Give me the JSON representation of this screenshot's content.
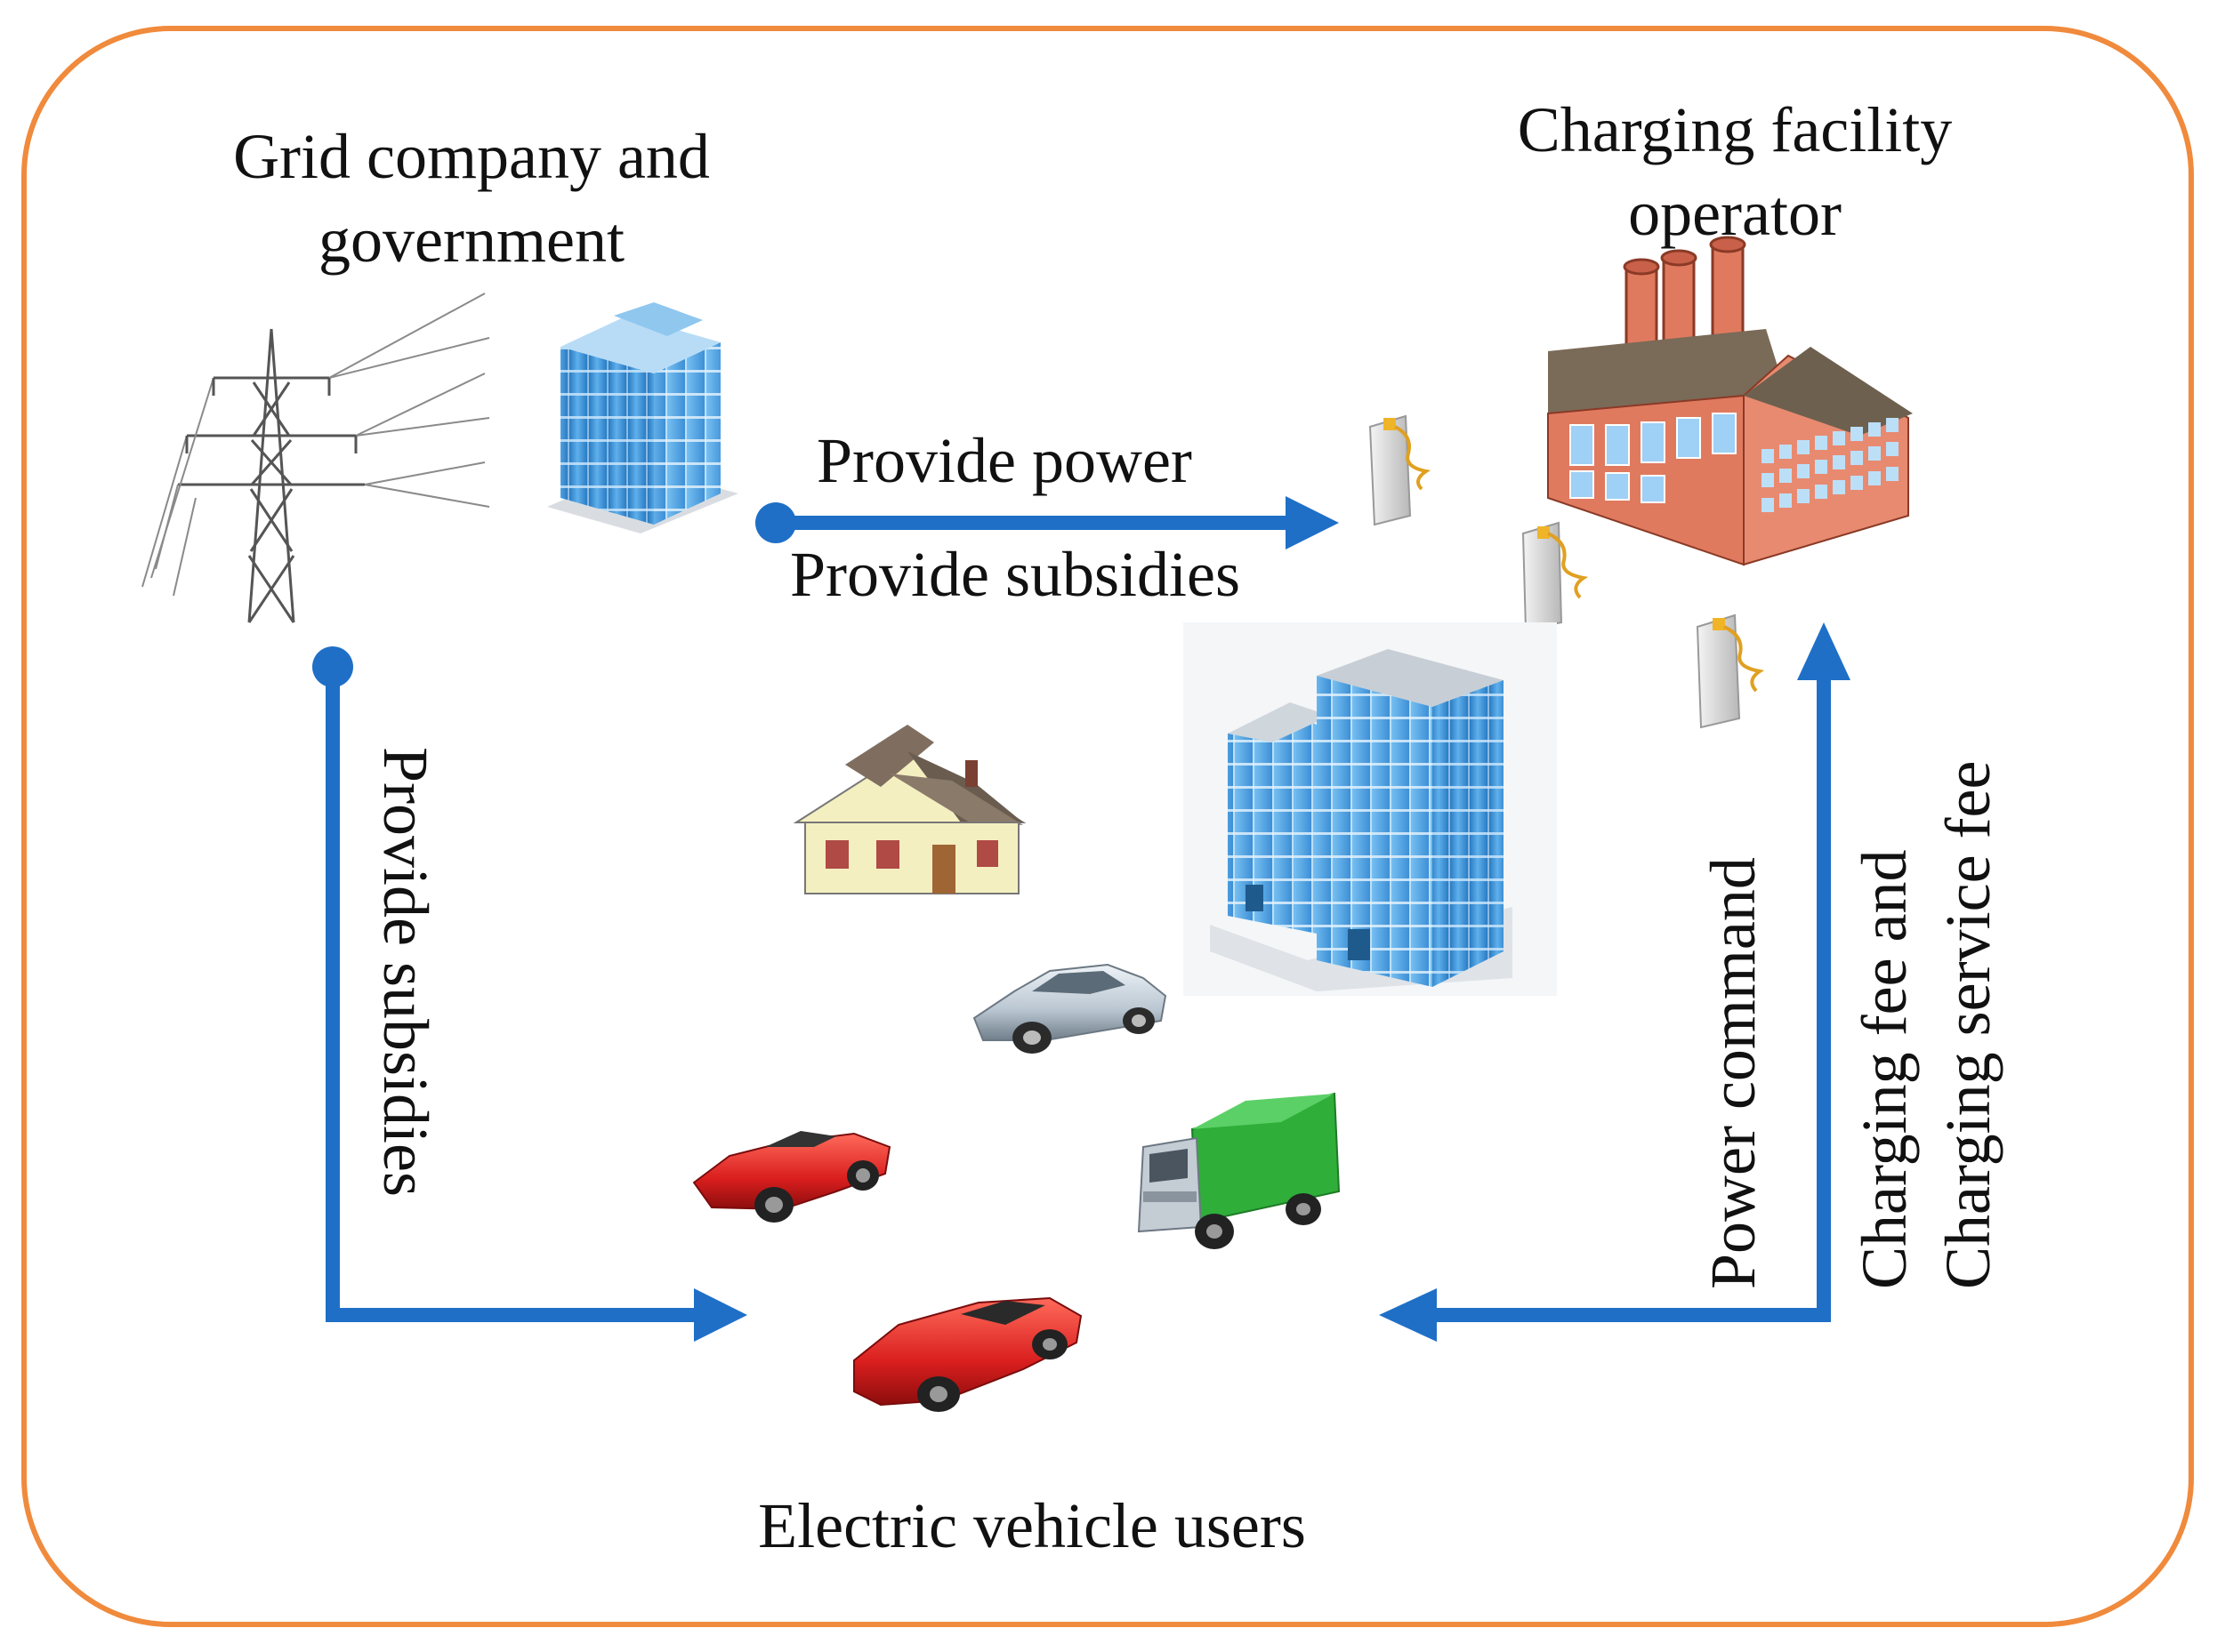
{
  "actors": {
    "grid": "Grid company and government",
    "grid_line1": "Grid company and",
    "grid_line2": "government",
    "operator_line1": "Charging facility",
    "operator_line2": "operator",
    "users": "Electric vehicle users"
  },
  "flows": {
    "provide_power": "Provide power",
    "provide_subsidies_top": "Provide subsidies",
    "provide_subsidies_left": "Provide subsidies",
    "power_command": "Power command",
    "fee_line1": "Charging fee and",
    "fee_line2": "Charging service fee"
  },
  "colors": {
    "frame": "#F08A3C",
    "arrow": "#1F6FC7",
    "building_blue": "#3D8FD6",
    "factory_brick": "#E07A5F",
    "car_red": "#D91E1E",
    "truck_green": "#2FAE3A"
  },
  "icons": [
    "power-tower-icon",
    "office-building-icon",
    "factory-icon",
    "charging-pile-icon",
    "twin-office-buildings-icon",
    "house-icon",
    "silver-car-icon",
    "red-roadster-icon",
    "red-sports-car-icon",
    "green-truck-icon"
  ]
}
